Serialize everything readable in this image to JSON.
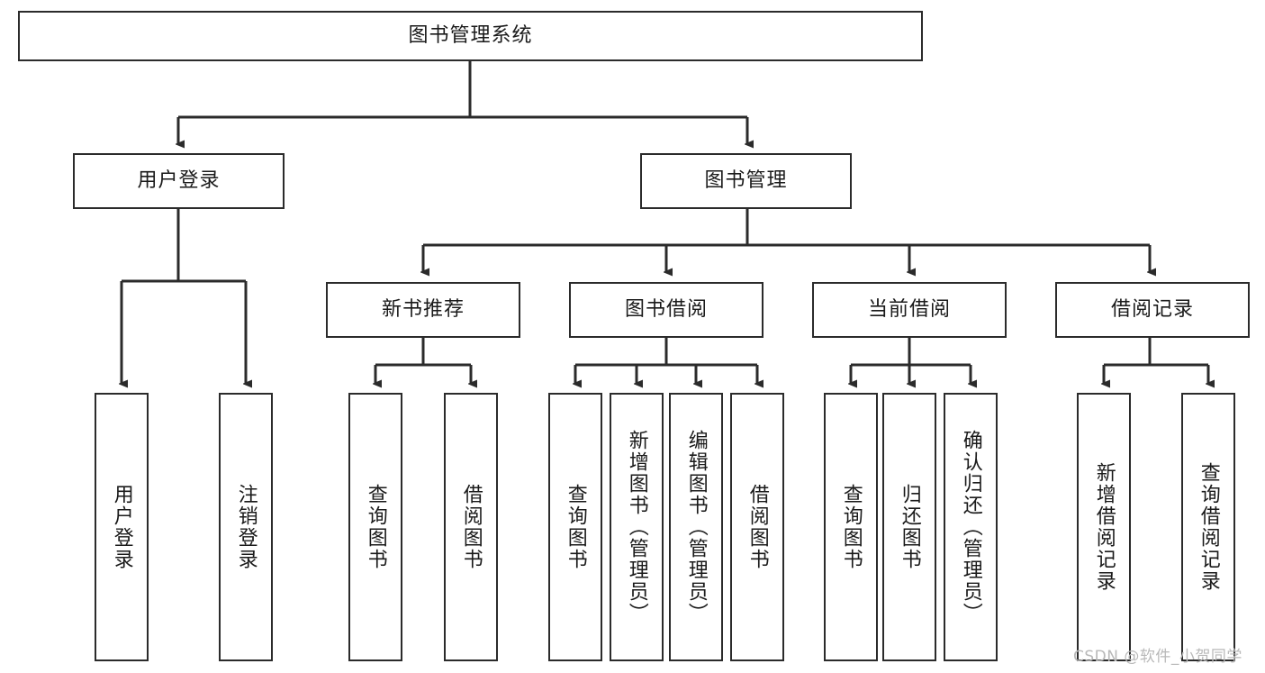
{
  "diagram": {
    "type": "hierarchy-tree",
    "title_node": {
      "label": "图书管理系统"
    },
    "level1": [
      {
        "id": "user-login",
        "label": "用户登录"
      },
      {
        "id": "book-management",
        "label": "图书管理"
      }
    ],
    "level2": [
      {
        "id": "new-book-recommend",
        "label": "新书推荐",
        "parent": "book-management"
      },
      {
        "id": "book-borrow",
        "label": "图书借阅",
        "parent": "book-management"
      },
      {
        "id": "current-borrow",
        "label": "当前借阅",
        "parent": "book-management"
      },
      {
        "id": "borrow-record",
        "label": "借阅记录",
        "parent": "book-management"
      }
    ],
    "leaves": [
      {
        "id": "leaf-user-login",
        "label": "用户登录",
        "parent": "user-login"
      },
      {
        "id": "leaf-logout-login",
        "label": "注销登录",
        "parent": "user-login"
      },
      {
        "id": "leaf-query-book-1",
        "label": "查询图书",
        "parent": "new-book-recommend"
      },
      {
        "id": "leaf-borrow-book-1",
        "label": "借阅图书",
        "parent": "new-book-recommend"
      },
      {
        "id": "leaf-query-book-2",
        "label": "查询图书",
        "parent": "book-borrow"
      },
      {
        "id": "leaf-add-book-admin",
        "label": "新增图书（管理员）",
        "parent": "book-borrow"
      },
      {
        "id": "leaf-edit-book-admin",
        "label": "编辑图书（管理员）",
        "parent": "book-borrow"
      },
      {
        "id": "leaf-borrow-book-2",
        "label": "借阅图书",
        "parent": "book-borrow"
      },
      {
        "id": "leaf-query-book-3",
        "label": "查询图书",
        "parent": "current-borrow"
      },
      {
        "id": "leaf-return-book",
        "label": "归还图书",
        "parent": "current-borrow"
      },
      {
        "id": "leaf-confirm-return-admin",
        "label": "确认归还（管理员）",
        "parent": "current-borrow"
      },
      {
        "id": "leaf-add-borrow-record",
        "label": "新增借阅记录",
        "parent": "borrow-record"
      },
      {
        "id": "leaf-query-borrow-record",
        "label": "查询借阅记录",
        "parent": "borrow-record"
      }
    ],
    "watermark": "CSDN @软件_小贺同学",
    "colors": {
      "stroke": "#2b2b2b",
      "fill": "#ffffff",
      "text": "#1a1a1a",
      "watermark": "#b9b9b9"
    }
  }
}
